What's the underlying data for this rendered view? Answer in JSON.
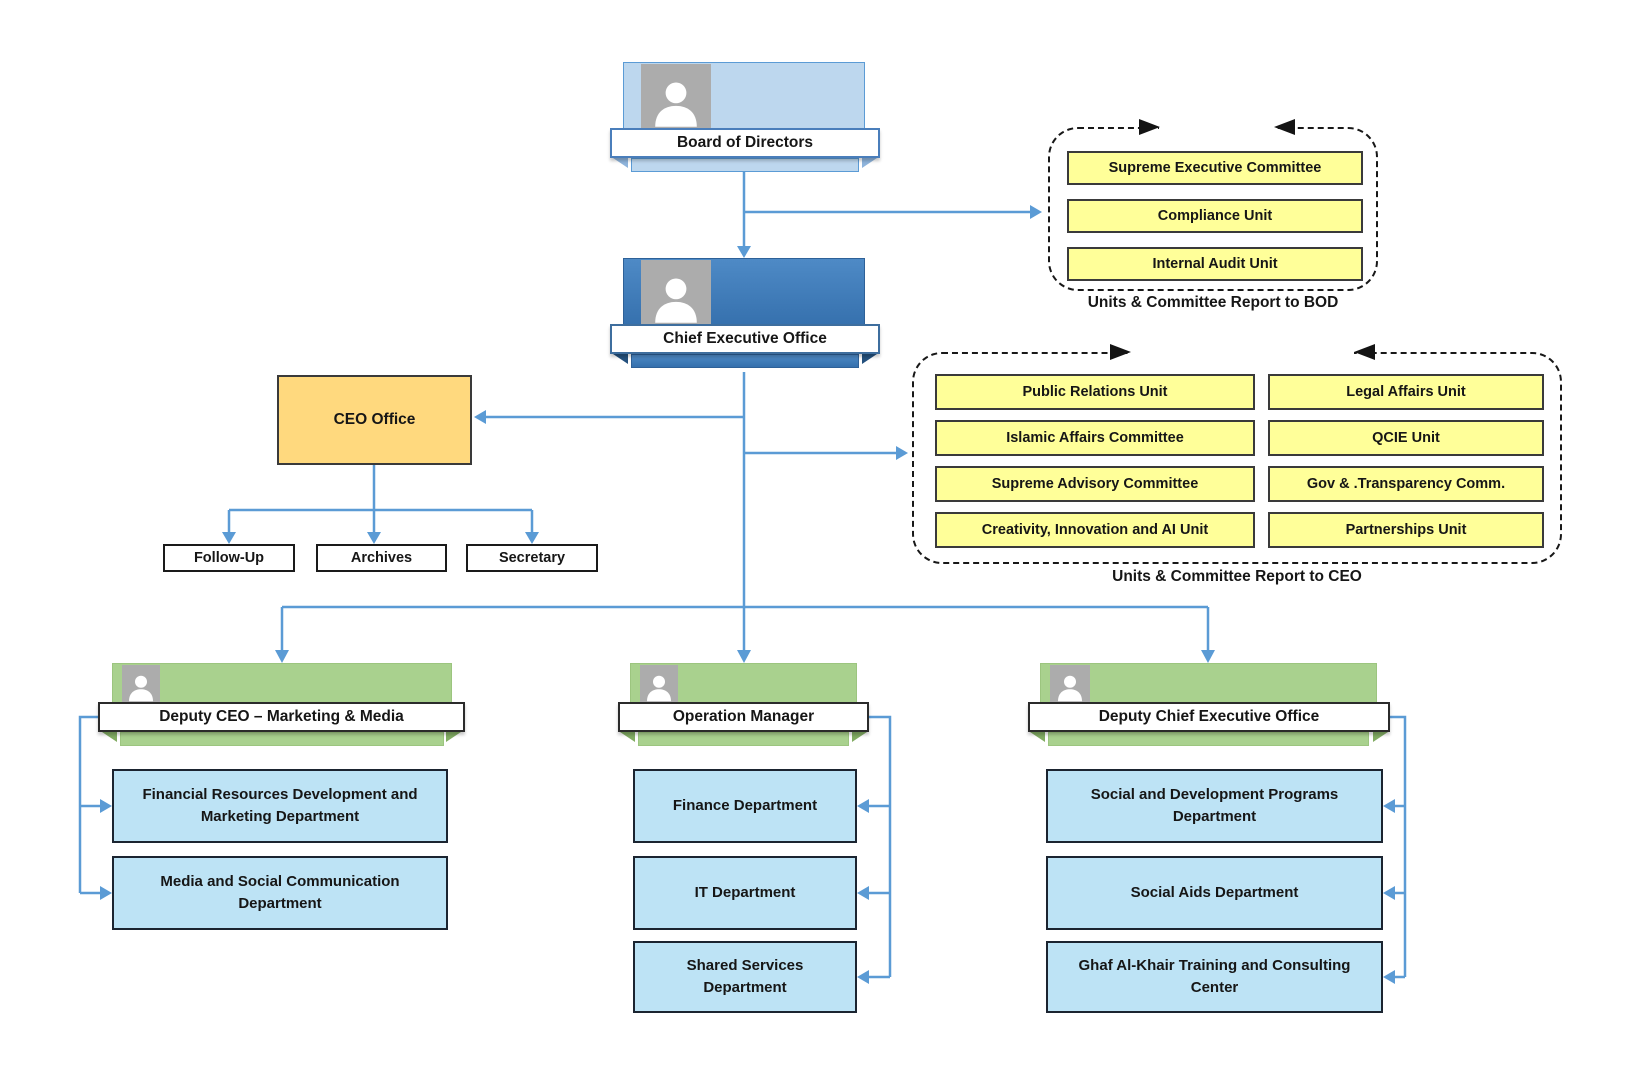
{
  "palette": {
    "connector_blue": "#5B9BD5",
    "board_fill": "#BDD7EE",
    "ceo_fill": "#3E78B5",
    "ceo_office_fill": "#FFD97E",
    "unit_yellow": "#FFFF99",
    "branch_green": "#A9D18E",
    "department_blue": "#BDE3F5"
  },
  "nodes": {
    "board": {
      "label": "Board of Directors"
    },
    "ceo": {
      "label": "Chief Executive Office"
    },
    "ceo_office": {
      "label": "CEO Office"
    },
    "ceo_office_children": [
      "Follow-Up",
      "Archives",
      "Secretary"
    ]
  },
  "bod_group": {
    "units": [
      "Supreme Executive Committee",
      "Compliance Unit",
      "Internal Audit Unit"
    ],
    "caption": "Units & Committee Report to BOD"
  },
  "ceo_group": {
    "left_units": [
      "Public Relations Unit",
      "Islamic Affairs Committee",
      "Supreme Advisory Committee",
      "Creativity, Innovation and AI Unit"
    ],
    "right_units": [
      "Legal Affairs Unit",
      "QCIE Unit",
      "Gov & .Transparency Comm.",
      "Partnerships Unit"
    ],
    "caption": "Units & Committee Report to CEO"
  },
  "branches": [
    {
      "head": "Deputy CEO – Marketing & Media",
      "departments": [
        "Financial Resources Development and Marketing Department",
        "Media and Social Communication Department"
      ]
    },
    {
      "head": "Operation Manager",
      "departments": [
        "Finance Department",
        "IT Department",
        "Shared Services Department"
      ]
    },
    {
      "head": "Deputy Chief Executive Office",
      "departments": [
        "Social and Development Programs Department",
        "Social Aids Department",
        "Ghaf Al-Khair Training and Consulting Center"
      ]
    }
  ]
}
